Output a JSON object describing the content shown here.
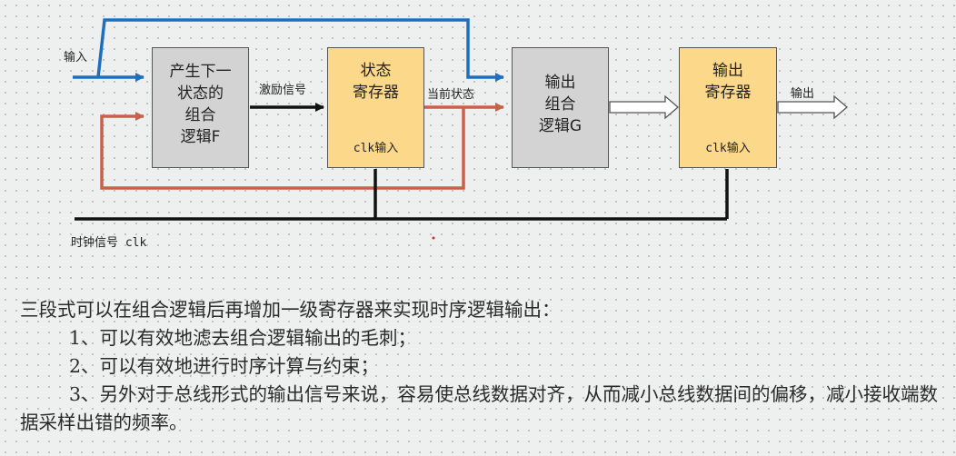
{
  "diagram": {
    "labels": {
      "input": "输入",
      "excite": "激励信号",
      "current_state": "当前状态",
      "output": "输出",
      "clock": "时钟信号 clk"
    },
    "boxes": {
      "comb_f": "产生下一\n状态的\n组合\n逻辑F",
      "state_reg": "状态\n寄存器",
      "state_reg_clk": "clk输入",
      "comb_g": "输出\n组合\n逻辑G",
      "out_reg": "输出\n寄存器",
      "out_reg_clk": "clk输入"
    },
    "colors": {
      "input_line": "#1f6fbf",
      "feedback_line": "#c8604a",
      "clock_line": "#111111",
      "gray_box": "#d3d3d3",
      "yellow_box": "#fbd88a"
    }
  },
  "text": {
    "intro": "三段式可以在组合逻辑后再增加一级寄存器来实现时序逻辑输出：",
    "item1": "1、可以有效地滤去组合逻辑输出的毛刺；",
    "item2": "2、可以有效地进行时序计算与约束；",
    "item3": "3、另外对于总线形式的输出信号来说，容易使总线数据对齐，从而减小总线数据间的偏移，减小接收端数据采样出错的频率。"
  }
}
